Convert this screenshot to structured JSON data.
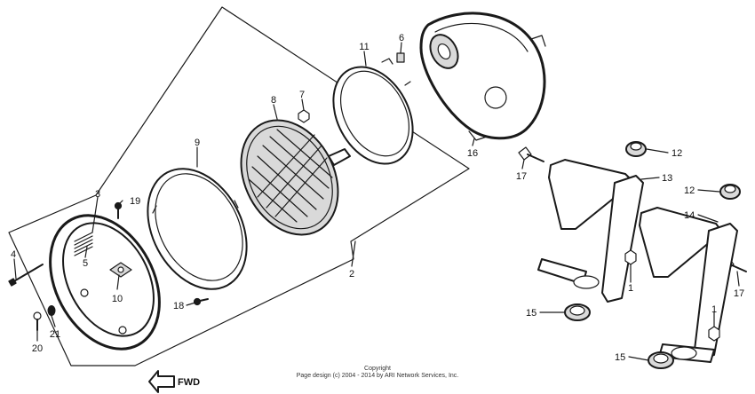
{
  "diagram": {
    "callouts": {
      "p1a": "1",
      "p1b": "1",
      "p2": "2",
      "p3": "3",
      "p4": "4",
      "p5": "5",
      "p6": "6",
      "p7": "7",
      "p8": "8",
      "p9": "9",
      "p10": "10",
      "p11": "11",
      "p12a": "12",
      "p12b": "12",
      "p13": "13",
      "p14": "14",
      "p15a": "15",
      "p15b": "15",
      "p16": "16",
      "p17a": "17",
      "p17b": "17",
      "p18": "18",
      "p19": "19",
      "p20": "20",
      "p21": "21"
    },
    "direction_label": "FWD",
    "copyright_line1": "Copyright",
    "copyright_line2": "Page design (c) 2004 - 2014 by ARI Network Services, Inc."
  }
}
